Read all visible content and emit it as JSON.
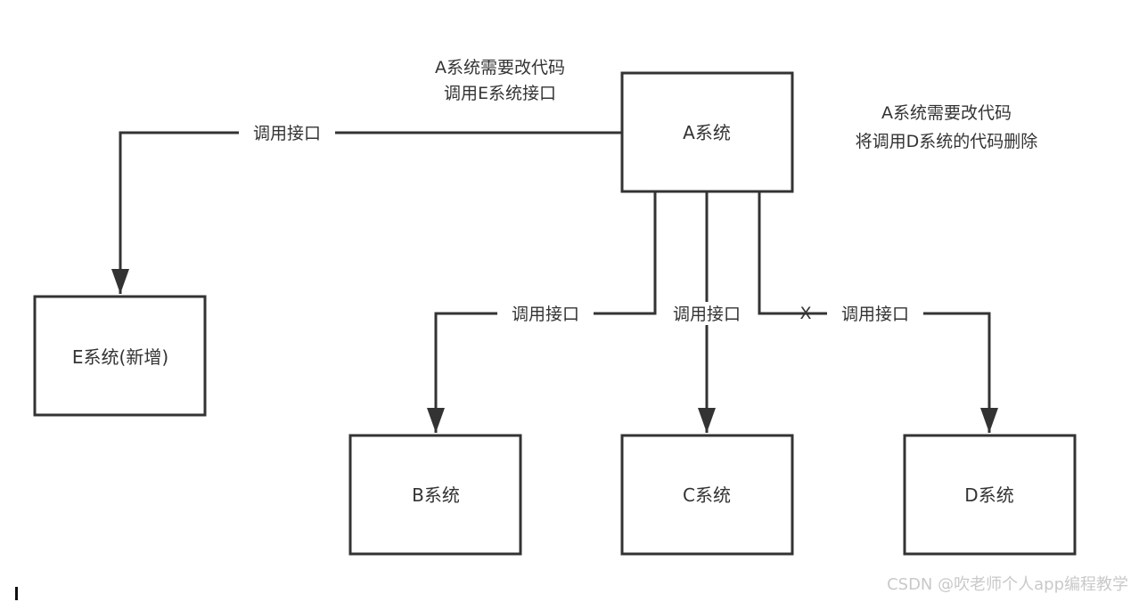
{
  "nodes": {
    "a": "A系统",
    "b": "B系统",
    "c": "C系统",
    "d": "D系统",
    "e": "E系统(新增)"
  },
  "edges": {
    "a_to_e": "调用接口",
    "a_to_b": "调用接口",
    "a_to_c": "调用接口",
    "a_to_d": "调用接口",
    "a_to_d_removed_mark": "X"
  },
  "notes": {
    "top_left_line1": "A系统需要改代码",
    "top_left_line2": "调用E系统接口",
    "right_line1": "A系统需要改代码",
    "right_line2": "将调用D系统的代码删除"
  },
  "watermark": "CSDN @吹老师个人app编程教学"
}
